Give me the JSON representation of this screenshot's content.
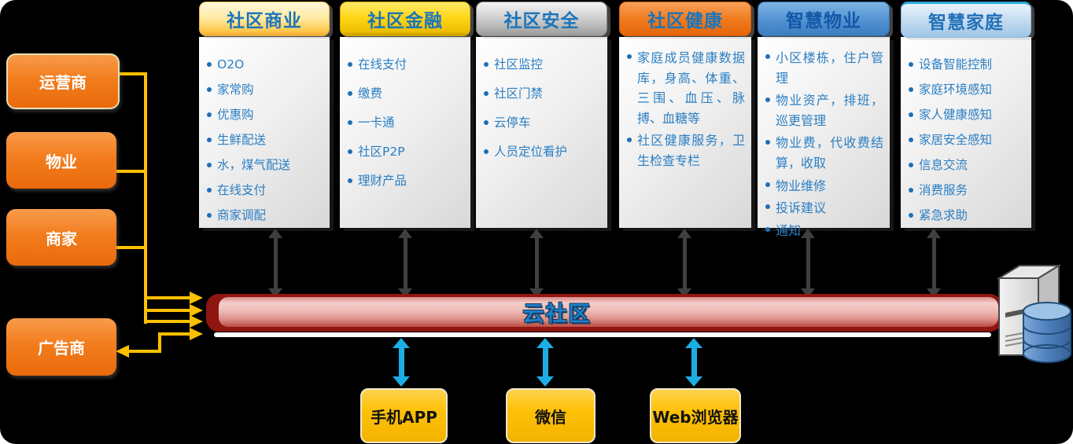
{
  "stakeholders": [
    {
      "label": "运营商"
    },
    {
      "label": "物业"
    },
    {
      "label": "商家"
    },
    {
      "label": "广告商"
    }
  ],
  "columns": [
    {
      "title": "社区商业",
      "items": [
        "O2O",
        "家常购",
        "优惠购",
        "生鲜配送",
        "水，煤气配送",
        "在线支付",
        "商家调配"
      ]
    },
    {
      "title": "社区金融",
      "items": [
        "在线支付",
        "缴费",
        "一卡通",
        "社区P2P",
        "理财产品"
      ]
    },
    {
      "title": "社区安全",
      "items": [
        "社区监控",
        "社区门禁",
        "云停车",
        "人员定位看护"
      ]
    },
    {
      "title": "社区健康",
      "items": [
        "家庭成员健康数据库，身高、体重、三围、血压、脉搏、血糖等",
        "社区健康服务，卫生检查专栏"
      ]
    },
    {
      "title": "智慧物业",
      "items": [
        "小区楼栋，住户管理",
        "物业资产，排班，巡更管理",
        "物业费，代收费结算，收取",
        "物业维修",
        "投诉建议",
        "通知"
      ]
    },
    {
      "title": "智慧家庭",
      "items": [
        "设备智能控制",
        "家庭环境感知",
        "家人健康感知",
        "家居安全感知",
        "信息交流",
        "消费服务",
        "紧急求助"
      ]
    }
  ],
  "bus": {
    "label": "云社区"
  },
  "clients": [
    {
      "label": "手机APP"
    },
    {
      "label": "微信"
    },
    {
      "label": "Web浏览器"
    }
  ],
  "icons": {
    "server": "server-database-icon"
  },
  "colors": {
    "stakeholder_orange": "#F07817",
    "connector_yellow": "#FFC000",
    "bus_red": "#8F1511",
    "client_gold": "#FFC107",
    "client_bus_arrow_blue": "#1CADE4",
    "column_bus_arrow_dark": "#3F3F3F",
    "item_text_blue": "#2B7FC3",
    "header_text_blue": "#1B75BB",
    "header_cream": "#FFE9A0",
    "header_gold": "#FFD718",
    "header_gray": "#C0C0C0",
    "header_orange": "#F07C1F",
    "header_blue": "#4E8FD0",
    "header_lightblue": "#9FC5E8"
  }
}
